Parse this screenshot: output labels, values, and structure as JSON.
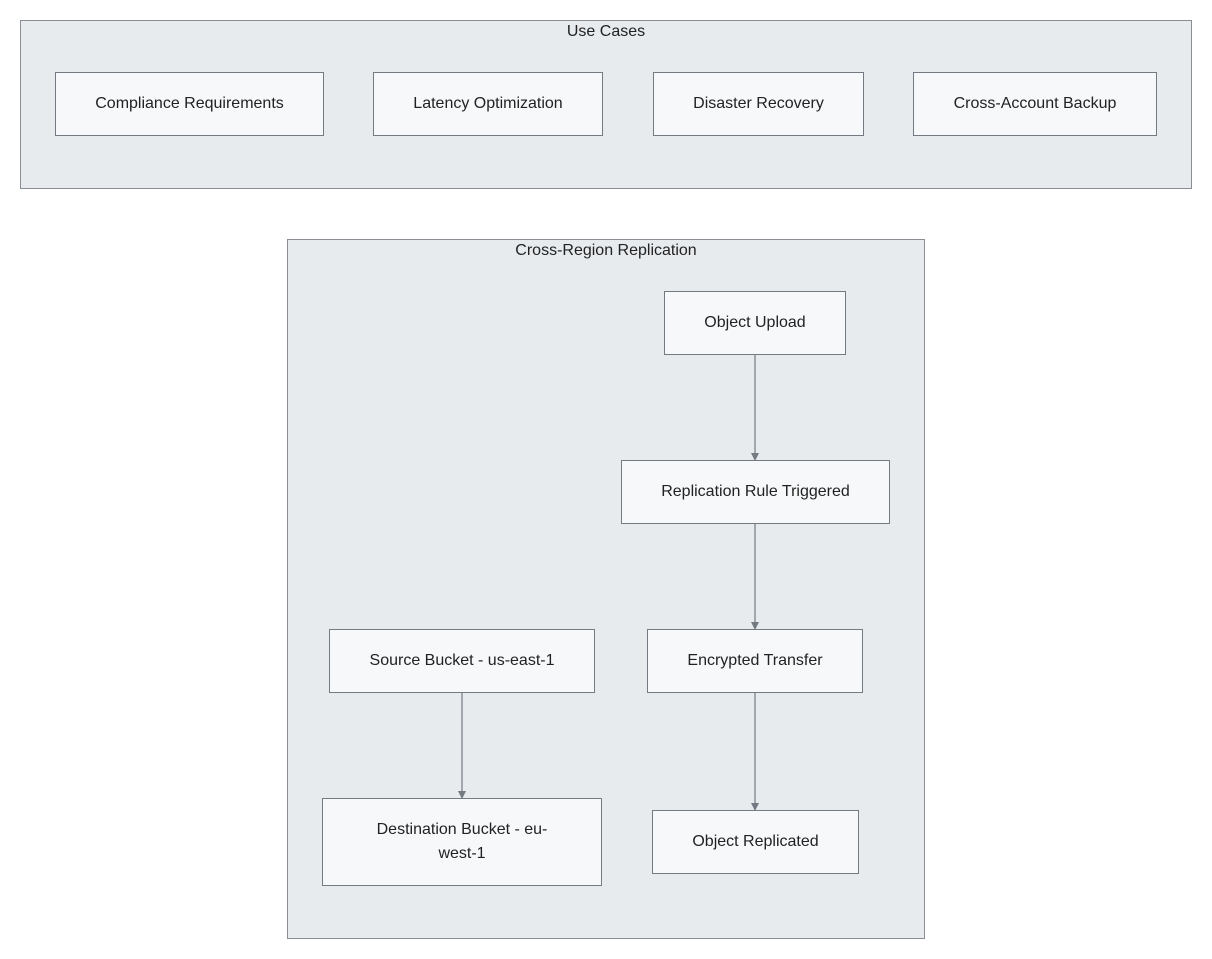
{
  "use_cases": {
    "title": "Use Cases",
    "items": [
      "Compliance Requirements",
      "Latency Optimization",
      "Disaster Recovery",
      "Cross-Account Backup"
    ]
  },
  "crr": {
    "title": "Cross-Region Replication",
    "nodes": {
      "object_upload": "Object Upload",
      "replication_rule": "Replication Rule Triggered",
      "encrypted_transfer": "Encrypted Transfer",
      "object_replicated": "Object Replicated",
      "source_bucket": "Source Bucket - us-east-1",
      "destination_bucket": "Destination Bucket - eu-west-1"
    }
  },
  "edges": [
    {
      "from": "object_upload",
      "to": "replication_rule"
    },
    {
      "from": "replication_rule",
      "to": "encrypted_transfer"
    },
    {
      "from": "encrypted_transfer",
      "to": "object_replicated"
    },
    {
      "from": "source_bucket",
      "to": "destination_bucket"
    }
  ],
  "colors": {
    "cluster_fill": "#e7ebee",
    "cluster_border": "#8a8e94",
    "node_fill": "#f6f8fa",
    "node_border": "#737a82",
    "edge": "#737a82"
  }
}
